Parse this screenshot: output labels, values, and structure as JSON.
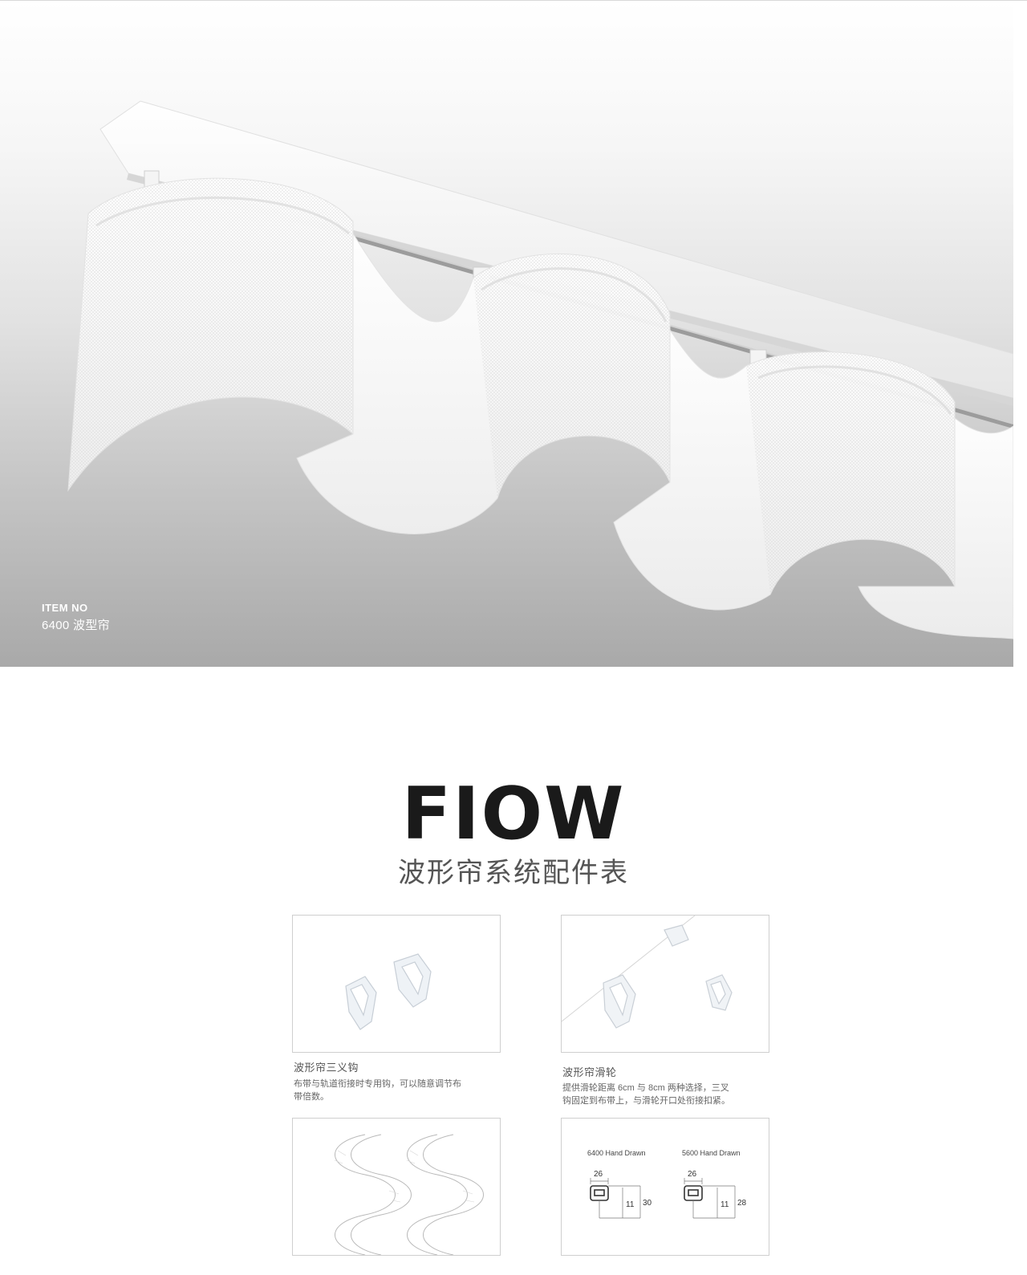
{
  "hero": {
    "item_no_label": "ITEM NO",
    "item_no_value": "6400 波型帘"
  },
  "heading": {
    "brand": "FIOW",
    "subtitle": "波形帘系统配件表"
  },
  "cards": [
    {
      "title": "波形帘三义钩",
      "desc_lines": [
        "布带与轨道衔接时专用钩，可以随意调节布",
        "带倍数。"
      ]
    },
    {
      "title": "波形帘滑轮",
      "desc_lines": [
        "提供滑轮距离 6cm 与 8cm 两种选择，三叉",
        "钩固定到布带上，与滑轮开口处衔接扣紧。"
      ]
    }
  ],
  "diagram": {
    "left_title": "6400 Hand Drawn",
    "right_title": "5600 Hand Drawn",
    "left_width": "26",
    "left_inner": "11",
    "left_height": "30",
    "right_width": "26",
    "right_inner": "11",
    "right_height": "28"
  },
  "colors": {
    "heading": "#1a1a1a",
    "subtitle": "#555555",
    "card_border": "#cfcfcf"
  }
}
